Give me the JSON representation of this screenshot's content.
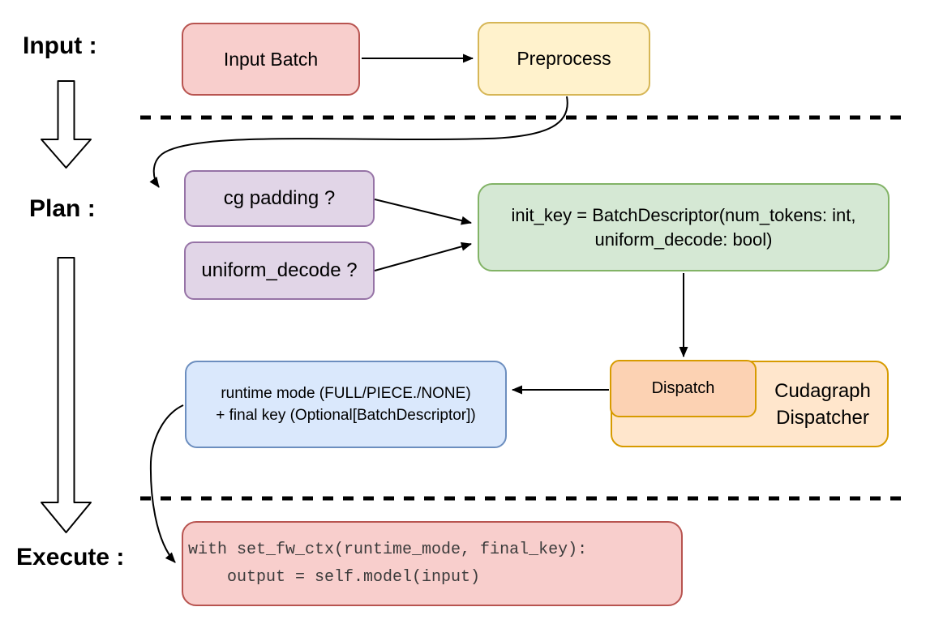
{
  "stages": {
    "input_label": "Input :",
    "plan_label": "Plan :",
    "execute_label": "Execute :"
  },
  "nodes": {
    "input_batch": {
      "label": "Input Batch",
      "fill": "#f8cecc",
      "stroke": "#b85450"
    },
    "preprocess": {
      "label": "Preprocess",
      "fill": "#fff2cc",
      "stroke": "#d6b656"
    },
    "cg_padding": {
      "label": "cg padding ?",
      "fill": "#e1d5e7",
      "stroke": "#9673a6"
    },
    "uniform_decode": {
      "label": "uniform_decode ?",
      "fill": "#e1d5e7",
      "stroke": "#9673a6"
    },
    "init_key": {
      "line1": "init_key = BatchDescriptor(num_tokens: int,",
      "line2": "uniform_decode: bool)",
      "fill": "#d5e8d4",
      "stroke": "#82b366"
    },
    "dispatch": {
      "label": "Dispatch",
      "fill": "#fcd2b3",
      "stroke": "#d79b00"
    },
    "cudagraph_dispatcher": {
      "line1": "Cudagraph",
      "line2": "Dispatcher",
      "fill": "#ffe6cc",
      "stroke": "#d79b00"
    },
    "runtime_mode": {
      "line1": "runtime mode (FULL/PIECE./NONE)",
      "line2": "+ final key (Optional[BatchDescriptor])",
      "fill": "#dae8fc",
      "stroke": "#6c8ebf"
    },
    "execute_code": {
      "line1": "with set_fw_ctx(runtime_mode, final_key):",
      "line2": "    output = self.model(input)",
      "fill": "#f8cecc",
      "stroke": "#b85450"
    }
  },
  "connector_color": "#000000"
}
